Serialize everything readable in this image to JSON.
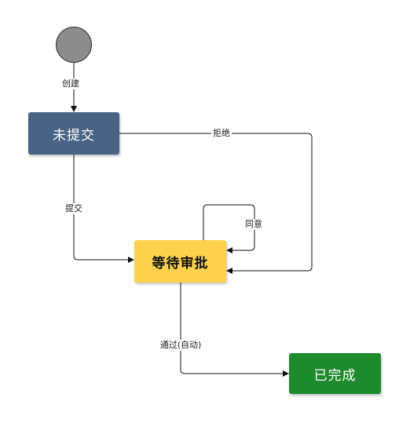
{
  "nodes": {
    "draft": "未提交",
    "pending": "等待审批",
    "done": "已完成"
  },
  "edges": {
    "create": "创建",
    "submit": "提交",
    "reject": "拒绝",
    "approve": "同意",
    "passed_auto": "通过(自动)"
  },
  "colors": {
    "draft": "#486384",
    "pending": "#fdd14b",
    "done": "#1e8a2e",
    "start": "#8c8c8c"
  }
}
